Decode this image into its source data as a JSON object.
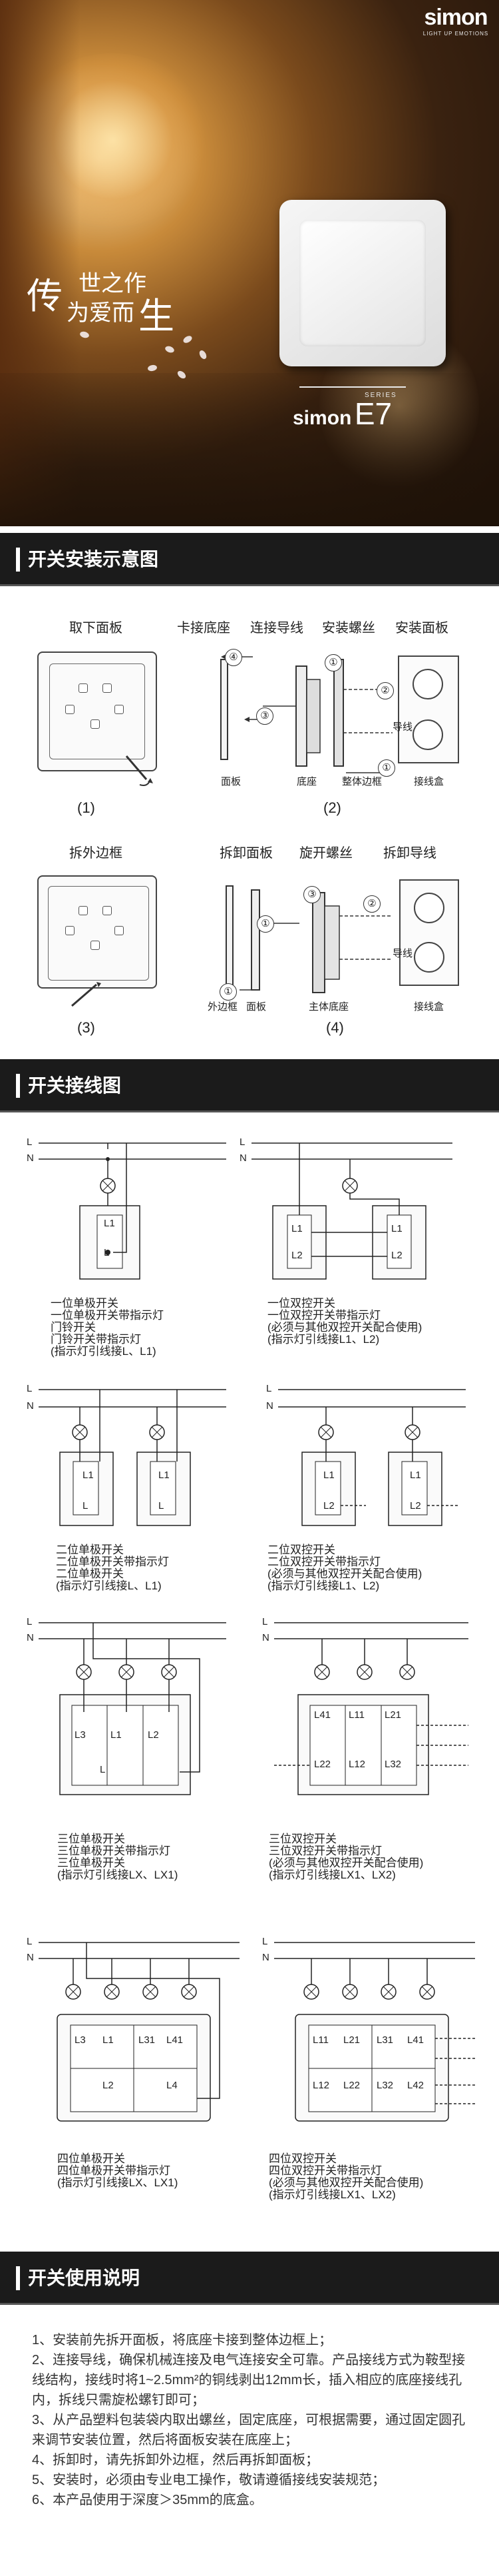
{
  "brand": {
    "logo": "simon",
    "tagline": "LIGHT UP EMOTIONS"
  },
  "hero": {
    "slogan_chars": [
      "传",
      "世之作",
      "为爱而",
      "生"
    ],
    "series_label": "SERIES",
    "series_brand": "simon",
    "series_model": "E7"
  },
  "sections": {
    "install": "开关安装示意图",
    "wiring": "开关接线图",
    "usage": "开关使用说明"
  },
  "install": {
    "step1_title": "取下面板",
    "step1_caption": "(1)",
    "step2_titles": [
      "卡接底座",
      "连接导线",
      "安装螺丝",
      "安装面板"
    ],
    "step2_parts": [
      "面板",
      "底座",
      "整体边框",
      "接线盒"
    ],
    "step2_wire": "导线",
    "step2_caption": "(2)",
    "step3_title": "拆外边框",
    "step3_caption": "(3)",
    "step4_titles": [
      "拆卸面板",
      "旋开螺丝",
      "拆卸导线"
    ],
    "step4_parts": [
      "外边框",
      "面板",
      "主体底座",
      "接线盒"
    ],
    "step4_wire": "导线",
    "step4_caption": "(4)",
    "markers": [
      "①",
      "②",
      "③",
      "④"
    ]
  },
  "wiring": {
    "line_L": "L",
    "line_N": "N",
    "diagrams": [
      {
        "caption": [
          "一位单极开关",
          "一位单极开关带指示灯",
          "门铃开关",
          "门铃开关带指示灯",
          "(指示灯引线接L、L1)"
        ]
      },
      {
        "caption": [
          "一位双控开关",
          "一位双控开关带指示灯",
          "(必须与其他双控开关配合使用)",
          "(指示灯引线接L1、L2)"
        ]
      },
      {
        "caption": [
          "二位单极开关",
          "二位单极开关带指示灯",
          "二位单极开关",
          "(指示灯引线接L、L1)"
        ]
      },
      {
        "caption": [
          "二位双控开关",
          "二位双控开关带指示灯",
          "(必须与其他双控开关配合使用)",
          "(指示灯引线接L1、L2)"
        ]
      },
      {
        "caption": [
          "三位单极开关",
          "三位单极开关带指示灯",
          "三位单极开关",
          "(指示灯引线接LX、LX1)"
        ]
      },
      {
        "caption": [
          "三位双控开关",
          "三位双控开关带指示灯",
          "(必须与其他双控开关配合使用)",
          "(指示灯引线接LX1、LX2)"
        ]
      },
      {
        "caption": [
          "四位单极开关",
          "四位单极开关带指示灯",
          "(指示灯引线接LX、LX1)"
        ]
      },
      {
        "caption": [
          "四位双控开关",
          "四位双控开关带指示灯",
          "(必须与其他双控开关配合使用)",
          "(指示灯引线接LX1、LX2)"
        ]
      }
    ],
    "terminal_labels": [
      "L1",
      "L",
      "L2",
      "L3",
      "L11",
      "L21",
      "L31",
      "L41",
      "L4",
      "L12",
      "L22",
      "L32",
      "L42"
    ]
  },
  "usage": [
    "1、安装前先拆开面板，将底座卡接到整体边框上；",
    "2、连接导线，确保机械连接及电气连接安全可靠。产品接线方式为鞍型接线结构，接线时将1~2.5mm²的铜线剥出12mm长，插入相应的底座接线孔内，拆线只需旋松螺钉即可；",
    "3、从产品塑料包装袋内取出螺丝，固定底座，可根据需要，通过固定圆孔来调节安装位置，然后将面板安装在底座上；",
    "4、拆卸时，请先拆卸外边框，然后再拆卸面板；",
    "5、安装时，必须由专业电工操作，敬请遵循接线安装规范；",
    "6、本产品使用于深度＞35mm的底盒。"
  ]
}
